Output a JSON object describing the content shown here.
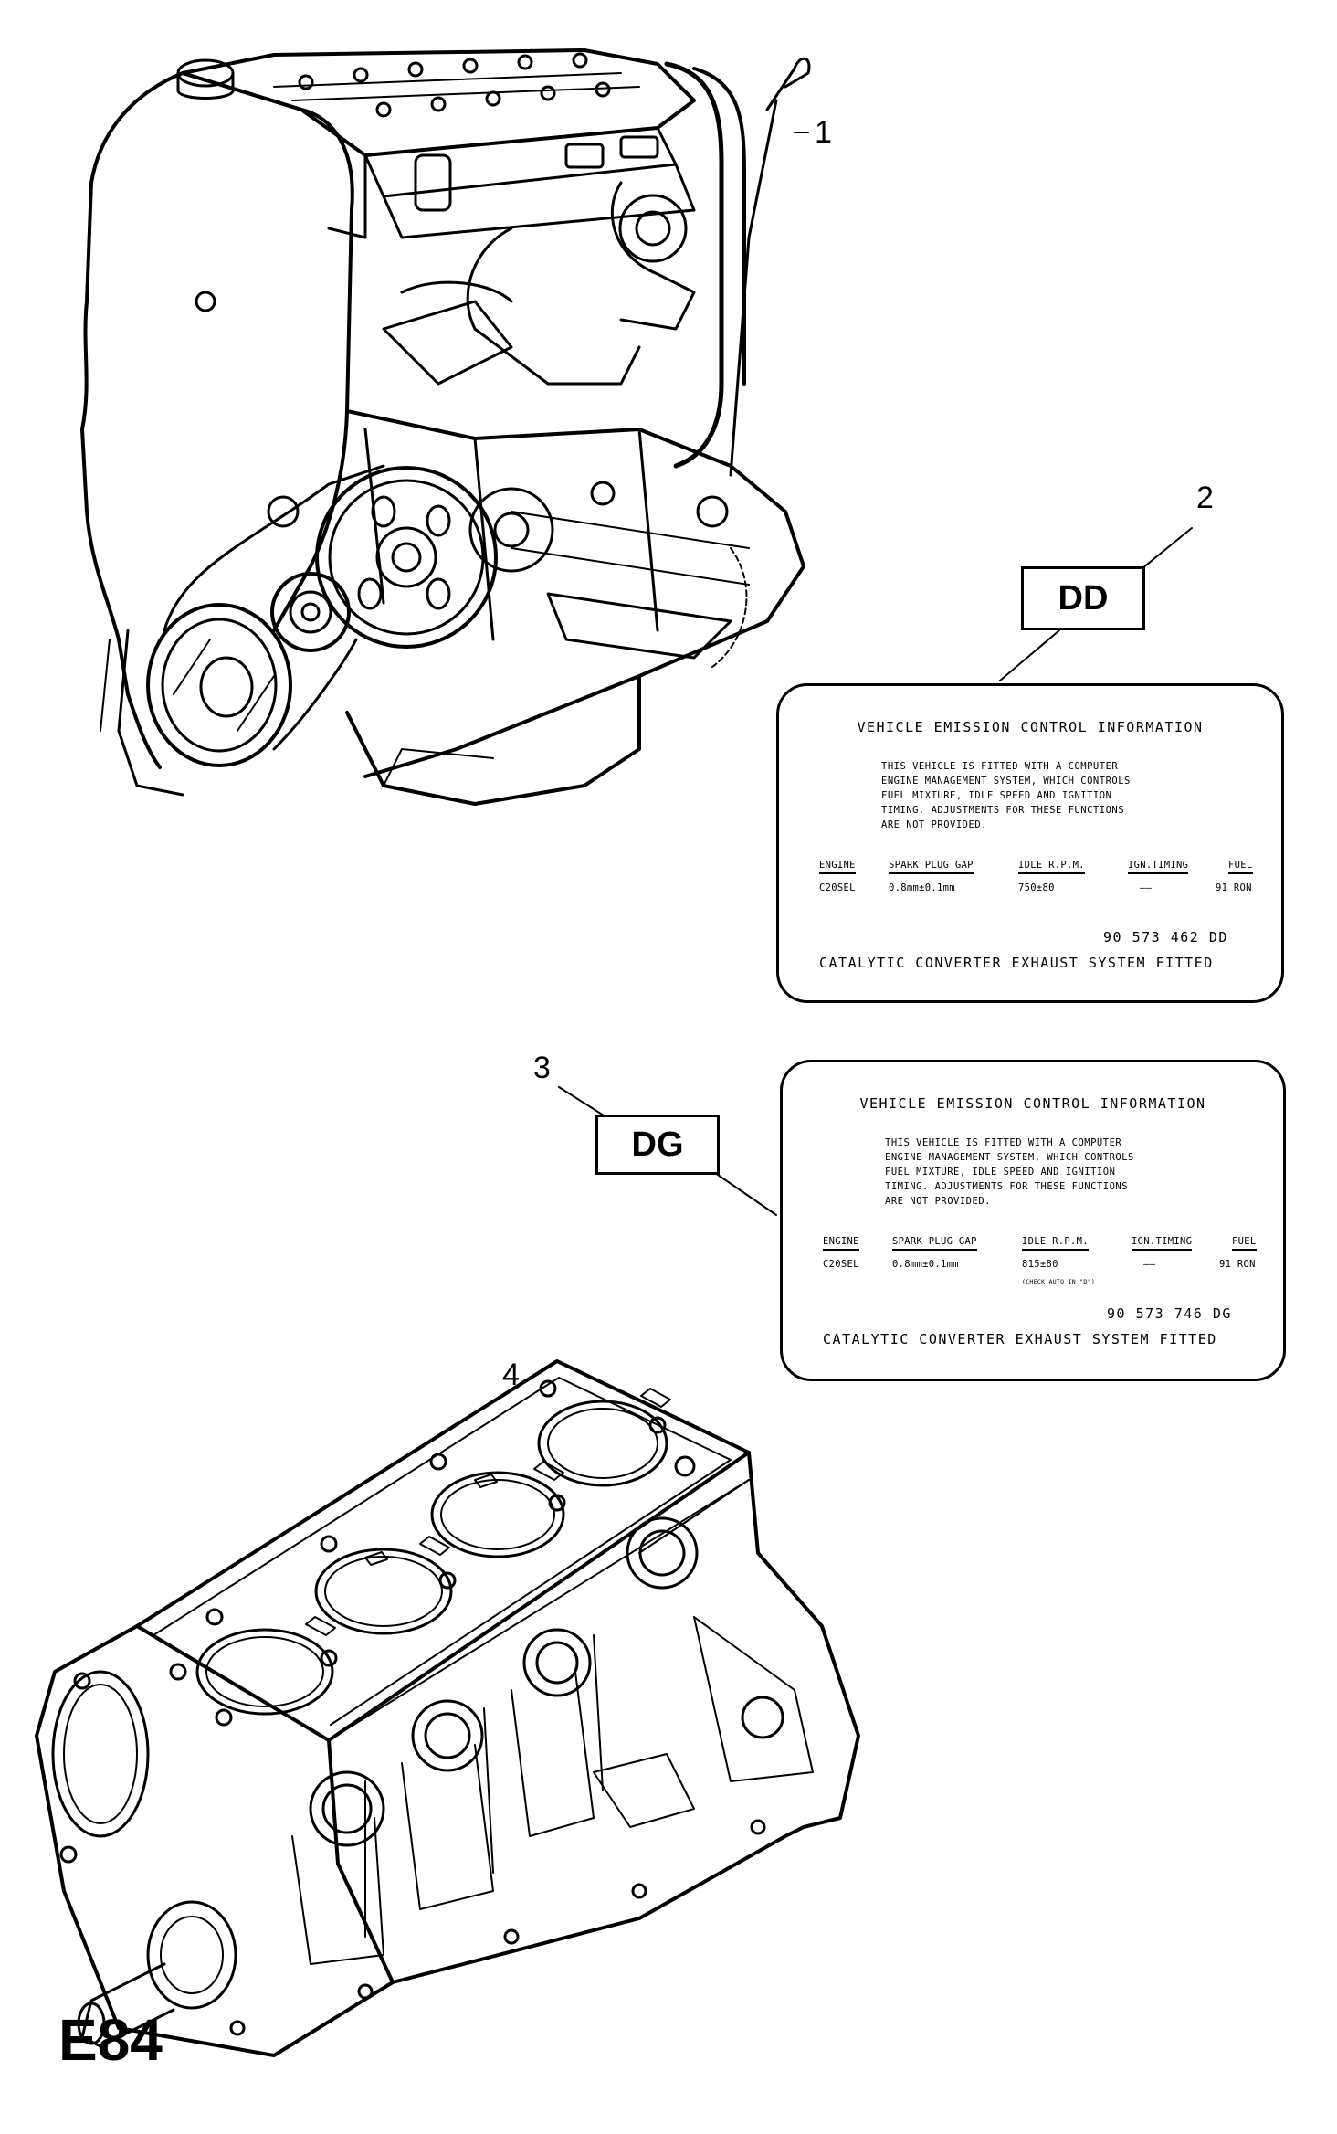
{
  "callouts": [
    "1",
    "2",
    "3",
    "4"
  ],
  "codes": {
    "dd": "DD",
    "dg": "DG"
  },
  "label_dd": {
    "title": "VEHICLE EMISSION CONTROL INFORMATION",
    "body": [
      "THIS VEHICLE IS FITTED WITH A COMPUTER",
      "ENGINE MANAGEMENT SYSTEM, WHICH CONTROLS",
      "FUEL MIXTURE, IDLE SPEED AND IGNITION",
      "TIMING. ADJUSTMENTS FOR THESE FUNCTIONS",
      "ARE NOT PROVIDED."
    ],
    "headers": [
      "ENGINE",
      "SPARK PLUG GAP",
      "IDLE R.P.M.",
      "IGN.TIMING",
      "FUEL"
    ],
    "values": [
      "C20SEL",
      "0.8mm±0.1mm",
      "750±80",
      "——",
      "91 RON"
    ],
    "part_number": "90 573 462 DD",
    "footer": "CATALYTIC CONVERTER EXHAUST SYSTEM FITTED"
  },
  "label_dg": {
    "title": "VEHICLE EMISSION CONTROL INFORMATION",
    "body": [
      "THIS VEHICLE IS FITTED WITH A COMPUTER",
      "ENGINE MANAGEMENT SYSTEM, WHICH CONTROLS",
      "FUEL MIXTURE, IDLE SPEED AND IGNITION",
      "TIMING. ADJUSTMENTS FOR THESE FUNCTIONS",
      "ARE NOT PROVIDED."
    ],
    "headers": [
      "ENGINE",
      "SPARK PLUG GAP",
      "IDLE R.P.M.",
      "IGN.TIMING",
      "FUEL"
    ],
    "values": [
      "C20SEL",
      "0.8mm±0.1mm",
      "815±80",
      "——",
      "91 RON"
    ],
    "note": "(CHECK AUTO IN \"D\")",
    "part_number": "90 573 746 DG",
    "footer": "CATALYTIC CONVERTER EXHAUST SYSTEM FITTED"
  },
  "figure_code": "E84"
}
